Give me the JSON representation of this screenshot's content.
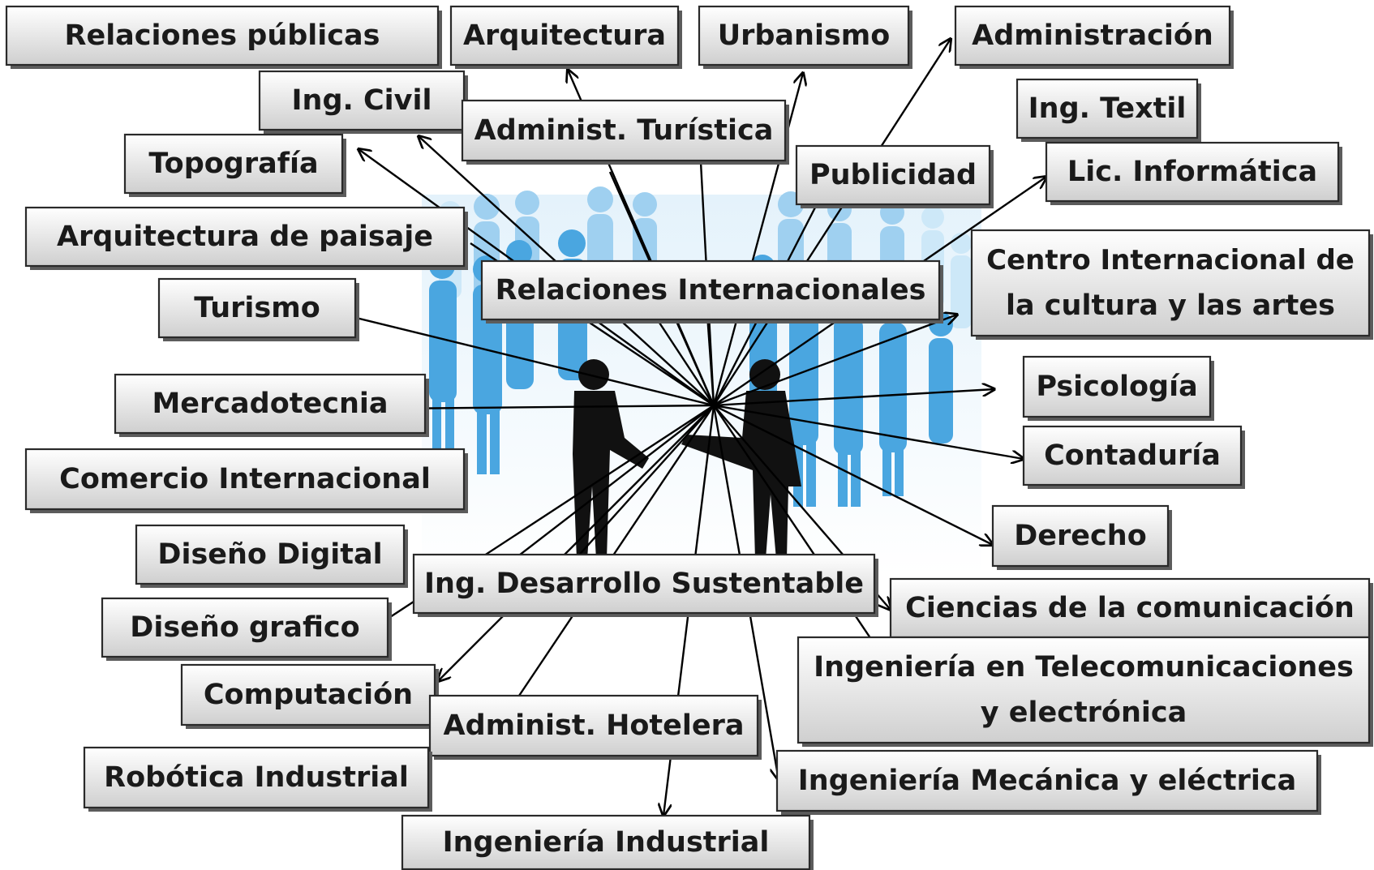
{
  "diagram": {
    "hub_label": "Relaciones Internacionales",
    "nodes": [
      {
        "id": "relaciones-publicas",
        "lines": [
          "Relaciones públicas"
        ]
      },
      {
        "id": "arquitectura",
        "lines": [
          "Arquitectura"
        ]
      },
      {
        "id": "urbanismo",
        "lines": [
          "Urbanismo"
        ]
      },
      {
        "id": "administracion",
        "lines": [
          "Administración"
        ]
      },
      {
        "id": "ing-civil",
        "lines": [
          "Ing. Civil"
        ]
      },
      {
        "id": "administ-turistica",
        "lines": [
          "Administ. Turística"
        ]
      },
      {
        "id": "ing-textil",
        "lines": [
          "Ing. Textil"
        ]
      },
      {
        "id": "topografia",
        "lines": [
          "Topografía"
        ]
      },
      {
        "id": "publicidad",
        "lines": [
          "Publicidad"
        ]
      },
      {
        "id": "lic-informatica",
        "lines": [
          "Lic. Informática"
        ]
      },
      {
        "id": "arquitectura-de-paisaje",
        "lines": [
          "Arquitectura de paisaje"
        ]
      },
      {
        "id": "centro-internacional",
        "lines": [
          "Centro Internacional de",
          "la cultura y las artes"
        ]
      },
      {
        "id": "relaciones-internacionales",
        "lines": [
          "Relaciones Internacionales"
        ]
      },
      {
        "id": "turismo",
        "lines": [
          "Turismo"
        ]
      },
      {
        "id": "psicologia",
        "lines": [
          "Psicología"
        ]
      },
      {
        "id": "mercadotecnia",
        "lines": [
          "Mercadotecnia"
        ]
      },
      {
        "id": "contaduria",
        "lines": [
          "Contaduría"
        ]
      },
      {
        "id": "comercio-internacional",
        "lines": [
          "Comercio Internacional"
        ]
      },
      {
        "id": "diseno-digital",
        "lines": [
          "Diseño Digital"
        ]
      },
      {
        "id": "derecho",
        "lines": [
          "Derecho"
        ]
      },
      {
        "id": "ing-desarrollo-sustentable",
        "lines": [
          "Ing. Desarrollo Sustentable"
        ]
      },
      {
        "id": "ciencias-comunicacion",
        "lines": [
          "Ciencias de la comunicación"
        ]
      },
      {
        "id": "diseno-grafico",
        "lines": [
          "Diseño grafico"
        ]
      },
      {
        "id": "ing-telecomunicaciones",
        "lines": [
          "Ingeniería en Telecomunicaciones",
          "y electrónica"
        ]
      },
      {
        "id": "computacion",
        "lines": [
          "Computación"
        ]
      },
      {
        "id": "administ-hotelera",
        "lines": [
          "Administ. Hotelera"
        ]
      },
      {
        "id": "robotica-industrial",
        "lines": [
          "Robótica Industrial"
        ]
      },
      {
        "id": "ing-mecanica-electrica",
        "lines": [
          "Ingeniería Mecánica y eléctrica"
        ]
      },
      {
        "id": "ingenieria-industrial",
        "lines": [
          "Ingeniería Industrial"
        ]
      }
    ],
    "colors": {
      "box_gradient_top": "#ffffff",
      "box_gradient_bottom": "#cfcfcf",
      "crowd": "#4aa6e0",
      "silhouettes": "#111111"
    }
  }
}
